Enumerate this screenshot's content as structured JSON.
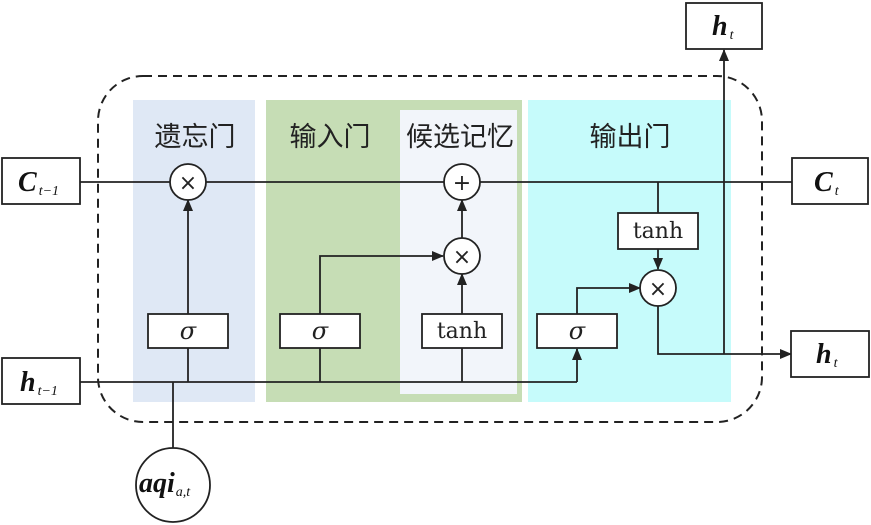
{
  "regions": {
    "forget": "遗忘门",
    "input": "输入门",
    "candidate": "候选记忆",
    "output": "输出门"
  },
  "colors": {
    "forget": "#dfe8f5",
    "input": "#c6ddb5",
    "candidate": "#f2f5fa",
    "output": "#c6fbfb"
  },
  "nodes": {
    "c_prev": {
      "main": "C",
      "sub": "t−1"
    },
    "c_next": {
      "main": "C",
      "sub": "t"
    },
    "h_prev": {
      "main": "h",
      "sub": "t−1"
    },
    "h_next": {
      "main": "h",
      "sub": "t"
    },
    "h_top": {
      "main": "h",
      "sub": "t"
    },
    "aqi": {
      "main": "aqi",
      "sub": "a,t"
    }
  },
  "ops": {
    "multiply": "×",
    "add": "+"
  },
  "gates": {
    "sigma": "σ",
    "tanh": "tanh"
  }
}
